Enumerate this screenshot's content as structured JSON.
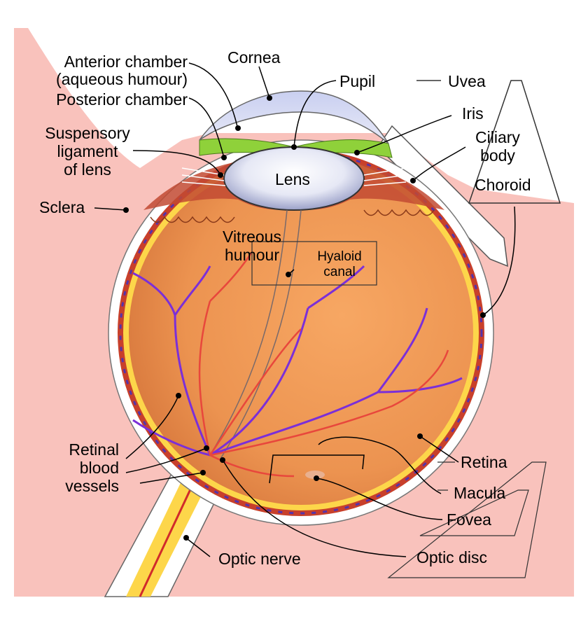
{
  "labels": {
    "anterior_chamber_1": "Anterior chamber",
    "anterior_chamber_2": "(aqueous humour)",
    "posterior_chamber": "Posterior chamber",
    "suspensory_1": "Suspensory",
    "suspensory_2": "ligament",
    "suspensory_3": "of lens",
    "sclera": "Sclera",
    "cornea": "Cornea",
    "pupil": "Pupil",
    "lens": "Lens",
    "uvea": "Uvea",
    "iris": "Iris",
    "ciliary_1": "Ciliary",
    "ciliary_2": "body",
    "choroid": "Choroid",
    "vitreous_1": "Vitreous",
    "vitreous_2": "humour",
    "hyaloid_1": "Hyaloid",
    "hyaloid_2": "canal",
    "retinal_1": "Retinal",
    "retinal_2": "blood",
    "retinal_3": "vessels",
    "retina": "Retina",
    "macula": "Macula",
    "fovea": "Fovea",
    "optic_disc": "Optic disc",
    "optic_nerve": "Optic nerve"
  },
  "colors": {
    "background_skin": "#f9c2bc",
    "vitreous": "#f09a55",
    "choroid": "#c8402b",
    "retina": "#fdd64a",
    "sclera": "#ffffff",
    "cornea": "#d6dcf2",
    "iris": "#8fd13a",
    "lens": "#dde0f0",
    "vein": "#7b2fd8",
    "artery": "#e8473c"
  }
}
